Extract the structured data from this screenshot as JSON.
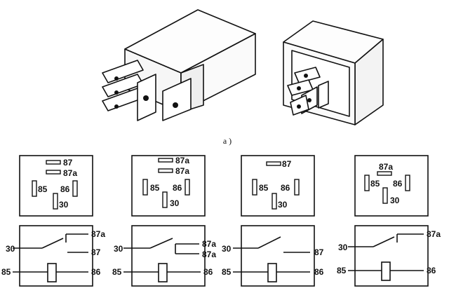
{
  "caption": "a )",
  "views": {
    "left": "relay-side-view",
    "right": "relay-front-view"
  },
  "diagrams": [
    {
      "pinout": {
        "t1": "87",
        "t2": "87a",
        "left": "85",
        "right": "86",
        "bottom": "30"
      },
      "circuit": {
        "common": "30",
        "nc": "87a",
        "no": "87",
        "coil_left": "85",
        "coil_right": "86"
      }
    },
    {
      "pinout": {
        "t1": "87a",
        "t2": "87a",
        "left": "85",
        "right": "86",
        "bottom": "30"
      },
      "circuit": {
        "common": "30",
        "nc_a": "87a",
        "nc_b": "87a",
        "coil_left": "85",
        "coil_right": "86"
      }
    },
    {
      "pinout": {
        "t1": "87",
        "left": "85",
        "right": "86",
        "bottom": "30"
      },
      "circuit": {
        "common": "30",
        "no": "87",
        "coil_left": "85",
        "coil_right": "86"
      }
    },
    {
      "pinout": {
        "t1": "87a",
        "left": "85",
        "right": "86",
        "bottom": "30"
      },
      "circuit": {
        "common": "30",
        "nc": "87a",
        "coil_left": "85",
        "coil_right": "86"
      }
    }
  ]
}
